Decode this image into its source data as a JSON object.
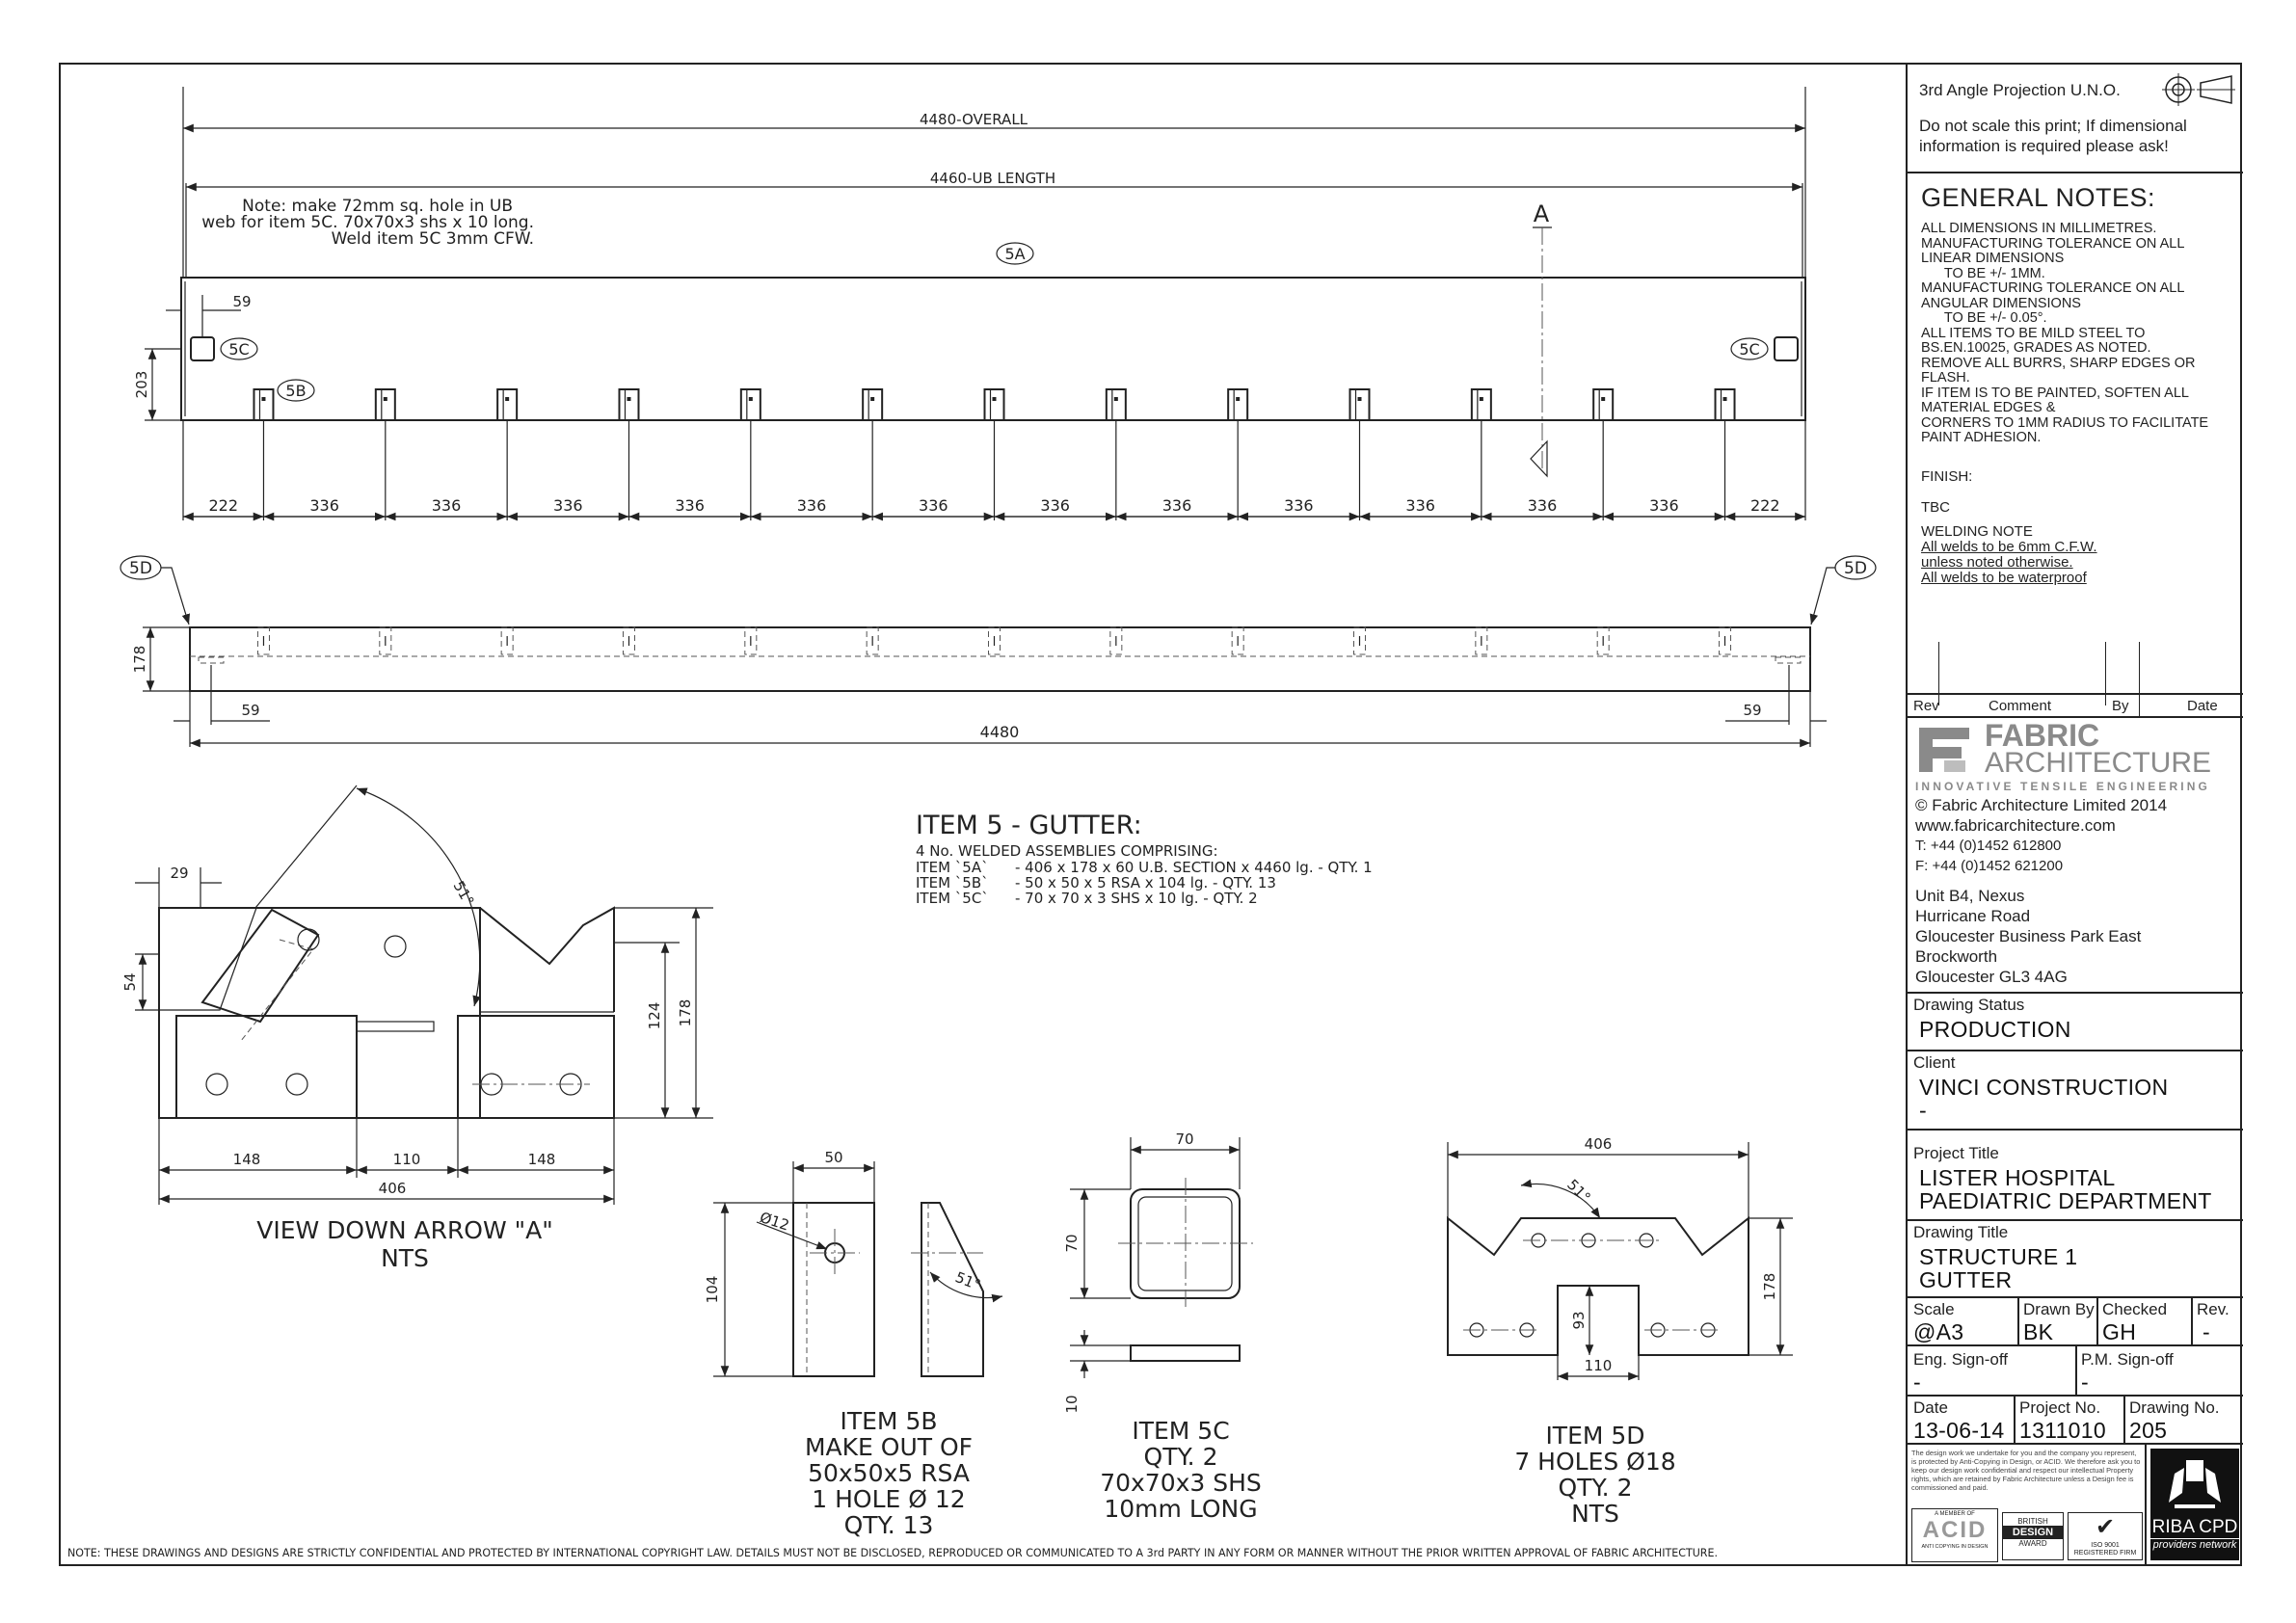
{
  "main_view": {
    "dim_overall": "4480-OVERALL",
    "dim_ub_length": "4460-UB LENGTH",
    "note_lines": [
      "Note: make 72mm sq. hole in UB",
      "web for item 5C. 70x70x3 shs x 10 long.",
      "Weld item 5C 3mm CFW."
    ],
    "section_label": "A",
    "balloon_5a": "5A",
    "balloon_5b": "5B",
    "balloon_5c": "5C",
    "dim_59": "59",
    "dim_203": "203",
    "bottom_dims": [
      "222",
      "336",
      "336",
      "336",
      "336",
      "336",
      "336",
      "336",
      "336",
      "336",
      "336",
      "336",
      "336",
      "222"
    ]
  },
  "side_view": {
    "balloon_5d": "5D",
    "dim_178": "178",
    "dim_59": "59",
    "dim_4480": "4480"
  },
  "arrow_view": {
    "dim_29": "29",
    "dim_51": "51°",
    "dim_54": "54",
    "dim_124": "124",
    "dim_178": "178",
    "dim_148_a": "148",
    "dim_110": "110",
    "dim_148_b": "148",
    "dim_406": "406",
    "caption_1": "VIEW DOWN ARROW \"A\"",
    "caption_2": "NTS"
  },
  "item5": {
    "title": "ITEM 5 - GUTTER:",
    "subtitle": "4 No. WELDED ASSEMBLIES COMPRISING:",
    "rows": [
      {
        "item": "ITEM `5A`",
        "desc": "- 406 x 178 x 60 U.B. SECTION x 4460 lg. - QTY. 1"
      },
      {
        "item": "ITEM `5B`",
        "desc": "- 50 x 50 x 5 RSA x 104 lg. - QTY. 13"
      },
      {
        "item": "ITEM `5C`",
        "desc": "- 70 x 70 x 3 SHS x 10 lg. - QTY. 2"
      }
    ]
  },
  "item5b": {
    "dim_50": "50",
    "dim_dia": "Ø12",
    "dim_104": "104",
    "dim_51": "51°",
    "caption": [
      "ITEM 5B",
      "MAKE OUT OF",
      "50x50x5 RSA",
      "1 HOLE Ø 12",
      "QTY. 13"
    ]
  },
  "item5c": {
    "dim_70_top": "70",
    "dim_70_side": "70",
    "dim_10": "10",
    "caption": [
      "ITEM 5C",
      "QTY. 2",
      "70x70x3 SHS",
      "10mm LONG"
    ]
  },
  "item5d": {
    "dim_406": "406",
    "dim_51": "51°",
    "dim_178": "178",
    "dim_93": "93",
    "dim_110": "110",
    "caption": [
      "ITEM 5D",
      "7 HOLES Ø18",
      "QTY. 2",
      "NTS"
    ]
  },
  "footer_note": "NOTE: THESE DRAWINGS AND DESIGNS ARE STRICTLY CONFIDENTIAL AND PROTECTED BY INTERNATIONAL COPYRIGHT LAW. DETAILS MUST NOT BE DISCLOSED, REPRODUCED OR COMMUNICATED TO A 3rd PARTY IN ANY FORM OR MANNER WITHOUT THE PRIOR WRITTEN APPROVAL OF FABRIC ARCHITECTURE.",
  "title_block": {
    "projection": "3rd Angle Projection U.N.O.",
    "scale_note_1": "Do not scale this print; If dimensional",
    "scale_note_2": "information is required please ask!",
    "general_notes_title": "GENERAL NOTES:",
    "general_notes": [
      "ALL DIMENSIONS IN MILLIMETRES.",
      "MANUFACTURING TOLERANCE ON ALL",
      "LINEAR DIMENSIONS",
      "      TO BE +/- 1mm.",
      "MANUFACTURING TOLERANCE ON ALL",
      "ANGULAR DIMENSIONS",
      "      TO BE +/- 0.05°.",
      "ALL ITEMS TO BE MILD STEEL TO",
      "BS.EN.10025, GRADES AS NOTED.",
      "REMOVE ALL BURRS, SHARP EDGES OR",
      "FLASH.",
      "IF ITEM IS TO BE PAINTED, SOFTEN ALL",
      "MATERIAL EDGES &",
      "CORNERS TO 1mm RADIUS TO FACILITATE",
      "PAINT ADHESION."
    ],
    "finish_label": "FINISH:",
    "finish_value": "TBC",
    "welding_note_title": "WELDING NOTE",
    "welding_notes": [
      "All welds to be 6mm C.F.W.",
      "unless noted otherwise.",
      "All welds to be waterproof"
    ],
    "rev_headers": {
      "rev": "Rev",
      "comment": "Comment",
      "by": "By",
      "date": "Date"
    },
    "company_name_1": "FABRIC",
    "company_name_2": "ARCHITECTURE",
    "company_tagline": "INNOVATIVE TENSILE ENGINEERING",
    "copyright": "© Fabric Architecture Limited 2014",
    "website": "www.fabricarchitecture.com",
    "tel": "T: +44 (0)1452 612800",
    "fax": "F: +44 (0)1452 621200",
    "address": [
      "Unit B4, Nexus",
      "Hurricane Road",
      "Gloucester Business Park East",
      "Brockworth",
      "Gloucester GL3 4AG"
    ],
    "drawing_status_label": "Drawing Status",
    "drawing_status": "PRODUCTION",
    "client_label": "Client",
    "client": "VINCI CONSTRUCTION",
    "client_2": "-",
    "project_title_label": "Project Title",
    "project_title_1": "LISTER HOSPITAL",
    "project_title_2": "PAEDIATRIC DEPARTMENT",
    "drawing_title_label": "Drawing Title",
    "drawing_title_1": "STRUCTURE 1",
    "drawing_title_2": "GUTTER",
    "scale_label": "Scale",
    "scale": "@A3",
    "drawn_by_label": "Drawn By",
    "drawn_by": "BK",
    "checked_label": "Checked",
    "checked": "GH",
    "rev_label": "Rev.",
    "rev": "-",
    "eng_signoff_label": "Eng. Sign-off",
    "eng_signoff": "-",
    "pm_signoff_label": "P.M. Sign-off",
    "pm_signoff": "-",
    "date_label": "Date",
    "date": "13-06-14",
    "project_no_label": "Project No.",
    "project_no": "1311010",
    "drawing_no_label": "Drawing No.",
    "drawing_no": "205",
    "legal_text": "The design work we undertake for you and the company you represent, is protected by Anti-Copying in Design, or ACID. We therefore ask you to keep our design work confidential and respect our intellectual Property rights, which are retained by Fabric Architecture unless a Design fee is commissioned and paid.",
    "logo_acid": "ACID",
    "logo_acid_top": "A MEMBER OF",
    "logo_acid_bottom": "ANTI COPYING IN DESIGN",
    "logo_bda_1": "BRITISH",
    "logo_bda_2": "DESIGN",
    "logo_bda_3": "AWARD",
    "logo_iso": "ISO 9001",
    "logo_iso_sub": "REGISTERED FIRM",
    "logo_riba": "RIBA CPD",
    "logo_riba_sub": "providers network"
  }
}
